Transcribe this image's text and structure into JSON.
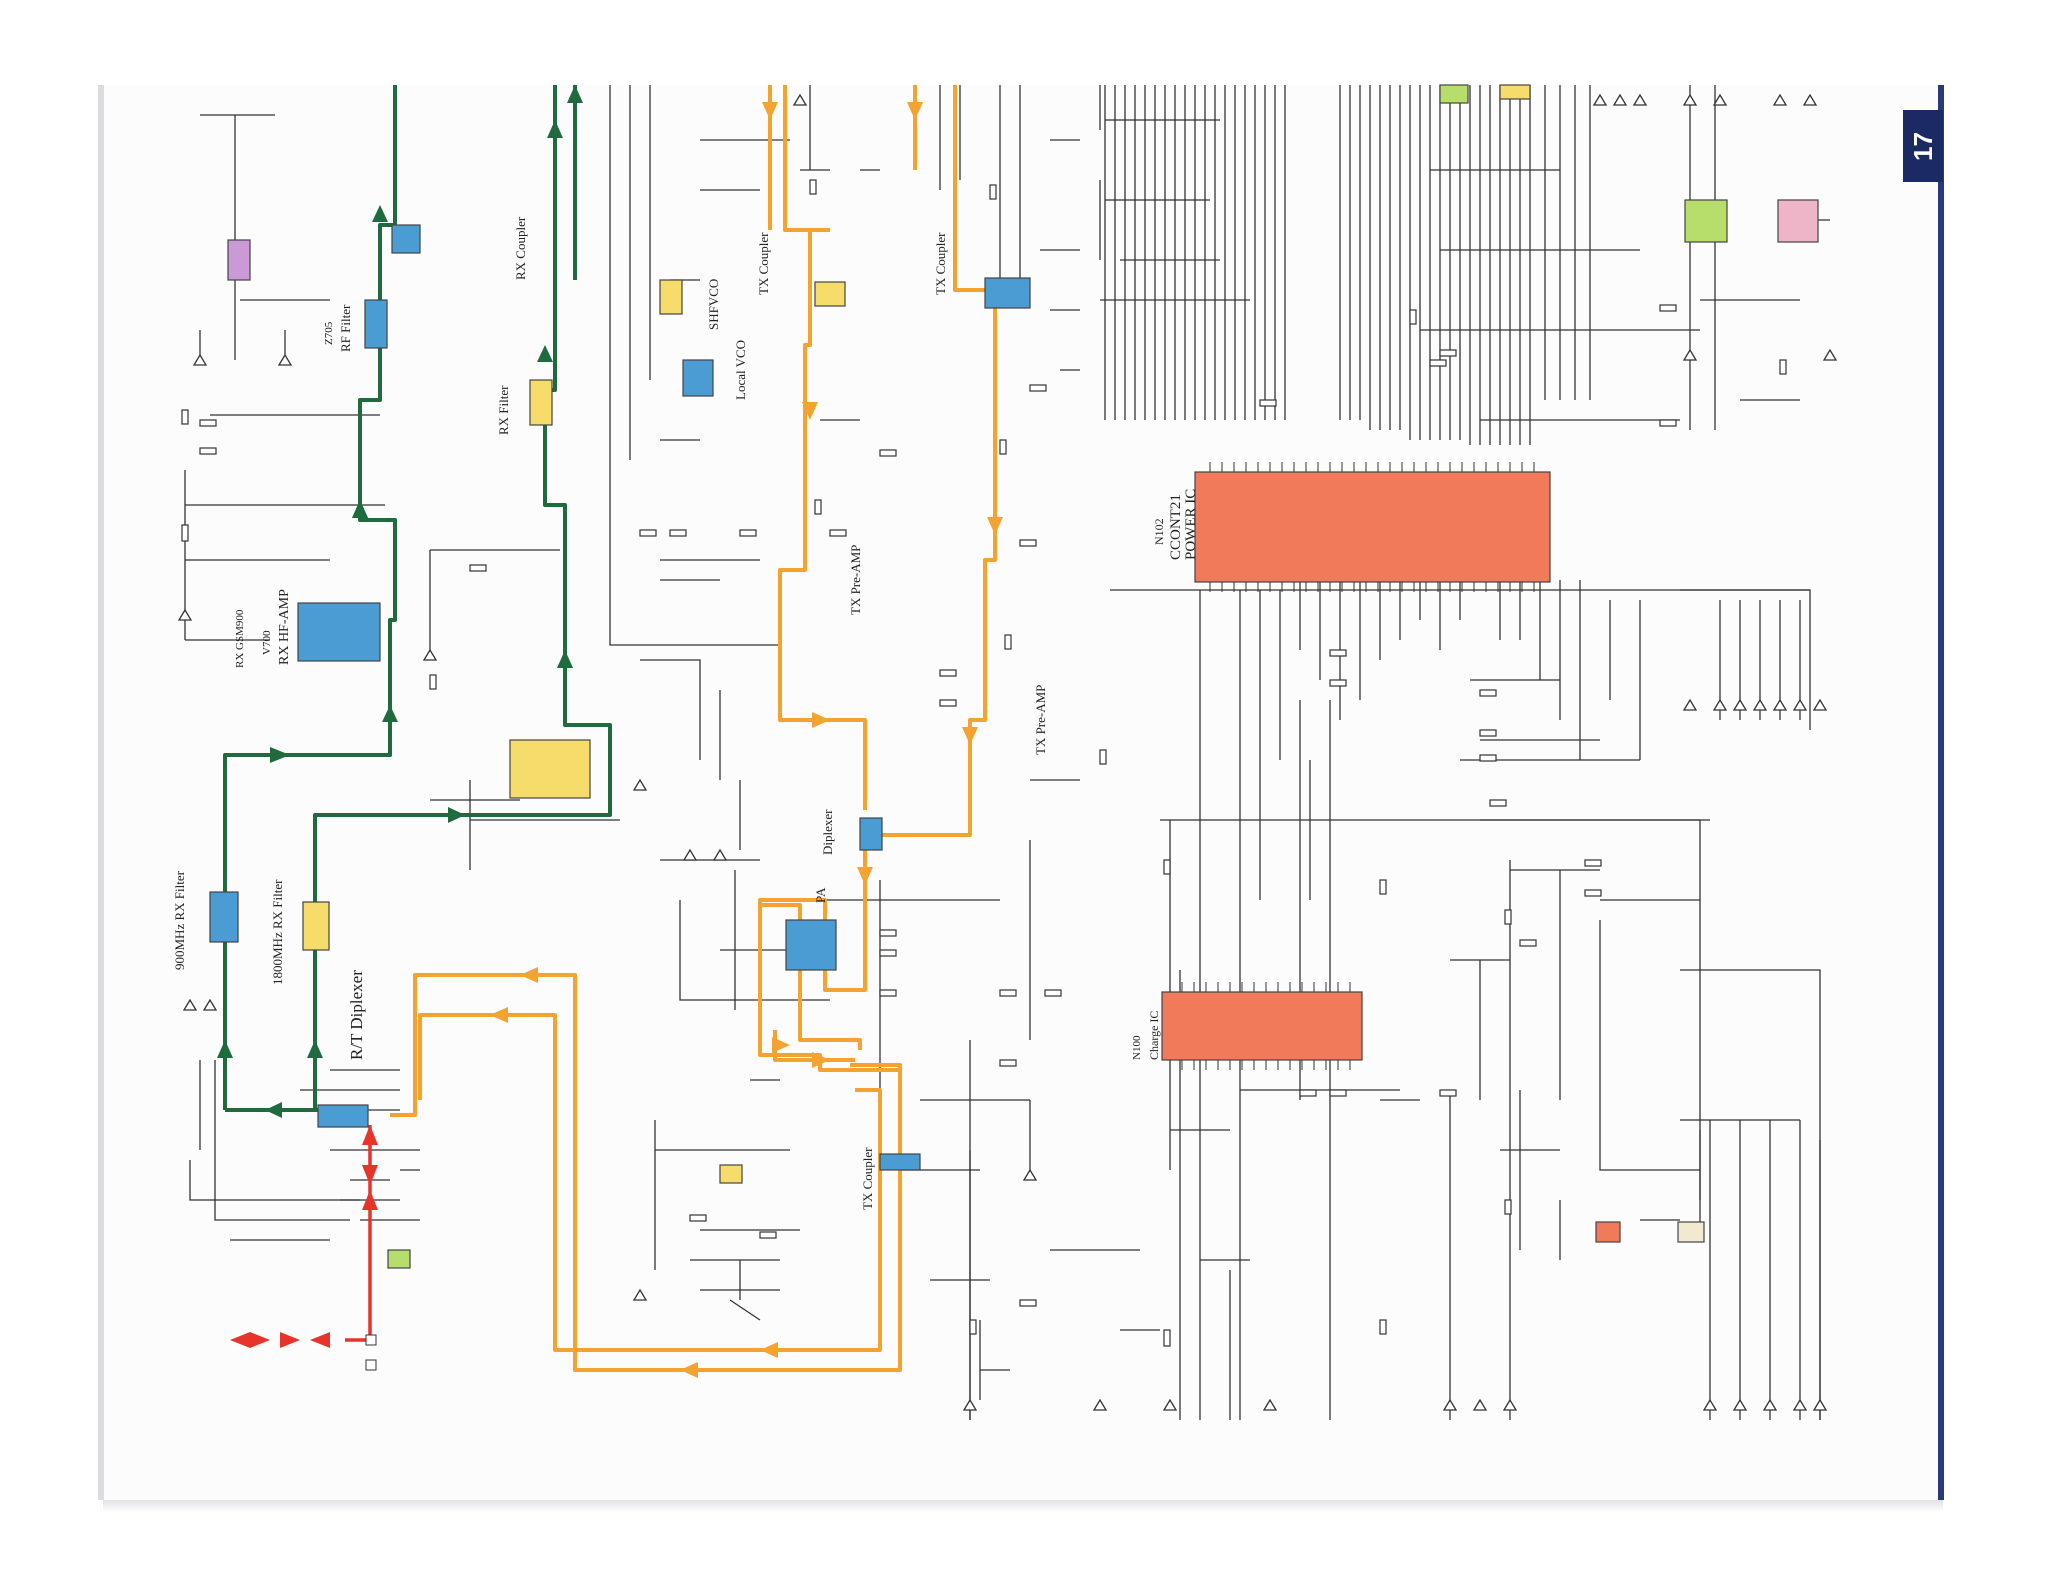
{
  "page_number": "17",
  "labels": {
    "rx_900_filter": "900MHz RX Filter",
    "rx_1800_filter": "1800MHz RX Filter",
    "rt_diplexer": "R/T Diplexer",
    "rx_hf_amp": "RX HF-AMP",
    "rx_gsm900": "RX GSM900",
    "v700": "V700",
    "rf_filter": "RF Filter",
    "z705": "Z705",
    "rx_filter": "RX Filter",
    "rx_coupler": "RX Coupler",
    "shf_vco": "SHFVCO",
    "local_vco": "Local VCO",
    "tx_coupler_1": "TX Coupler",
    "tx_coupler_2": "TX Coupler",
    "tx_coupler_3": "TX Coupler",
    "tx_preamp_1": "TX Pre-AMP",
    "tx_preamp_2": "TX Pre-AMP",
    "diplexer": "Diplexer",
    "pa": "PA",
    "n102": "N102",
    "ccont": "CCONT21",
    "power_ic": "POWER IC",
    "n100": "N100",
    "charge_ic": "Charge IC"
  },
  "colors": {
    "rx_path": "#1f6b3d",
    "tx_path": "#f4a331",
    "antenna_path": "#e8332a",
    "ic_power": "#f07a5a",
    "ic_blue": "#4c9cd4",
    "ic_yellow": "#f6dc6a",
    "ic_purple": "#c99ad6",
    "ic_green": "#b7dd6a",
    "ic_pink": "#eeb4c7",
    "page_tab": "#1b2a63"
  }
}
